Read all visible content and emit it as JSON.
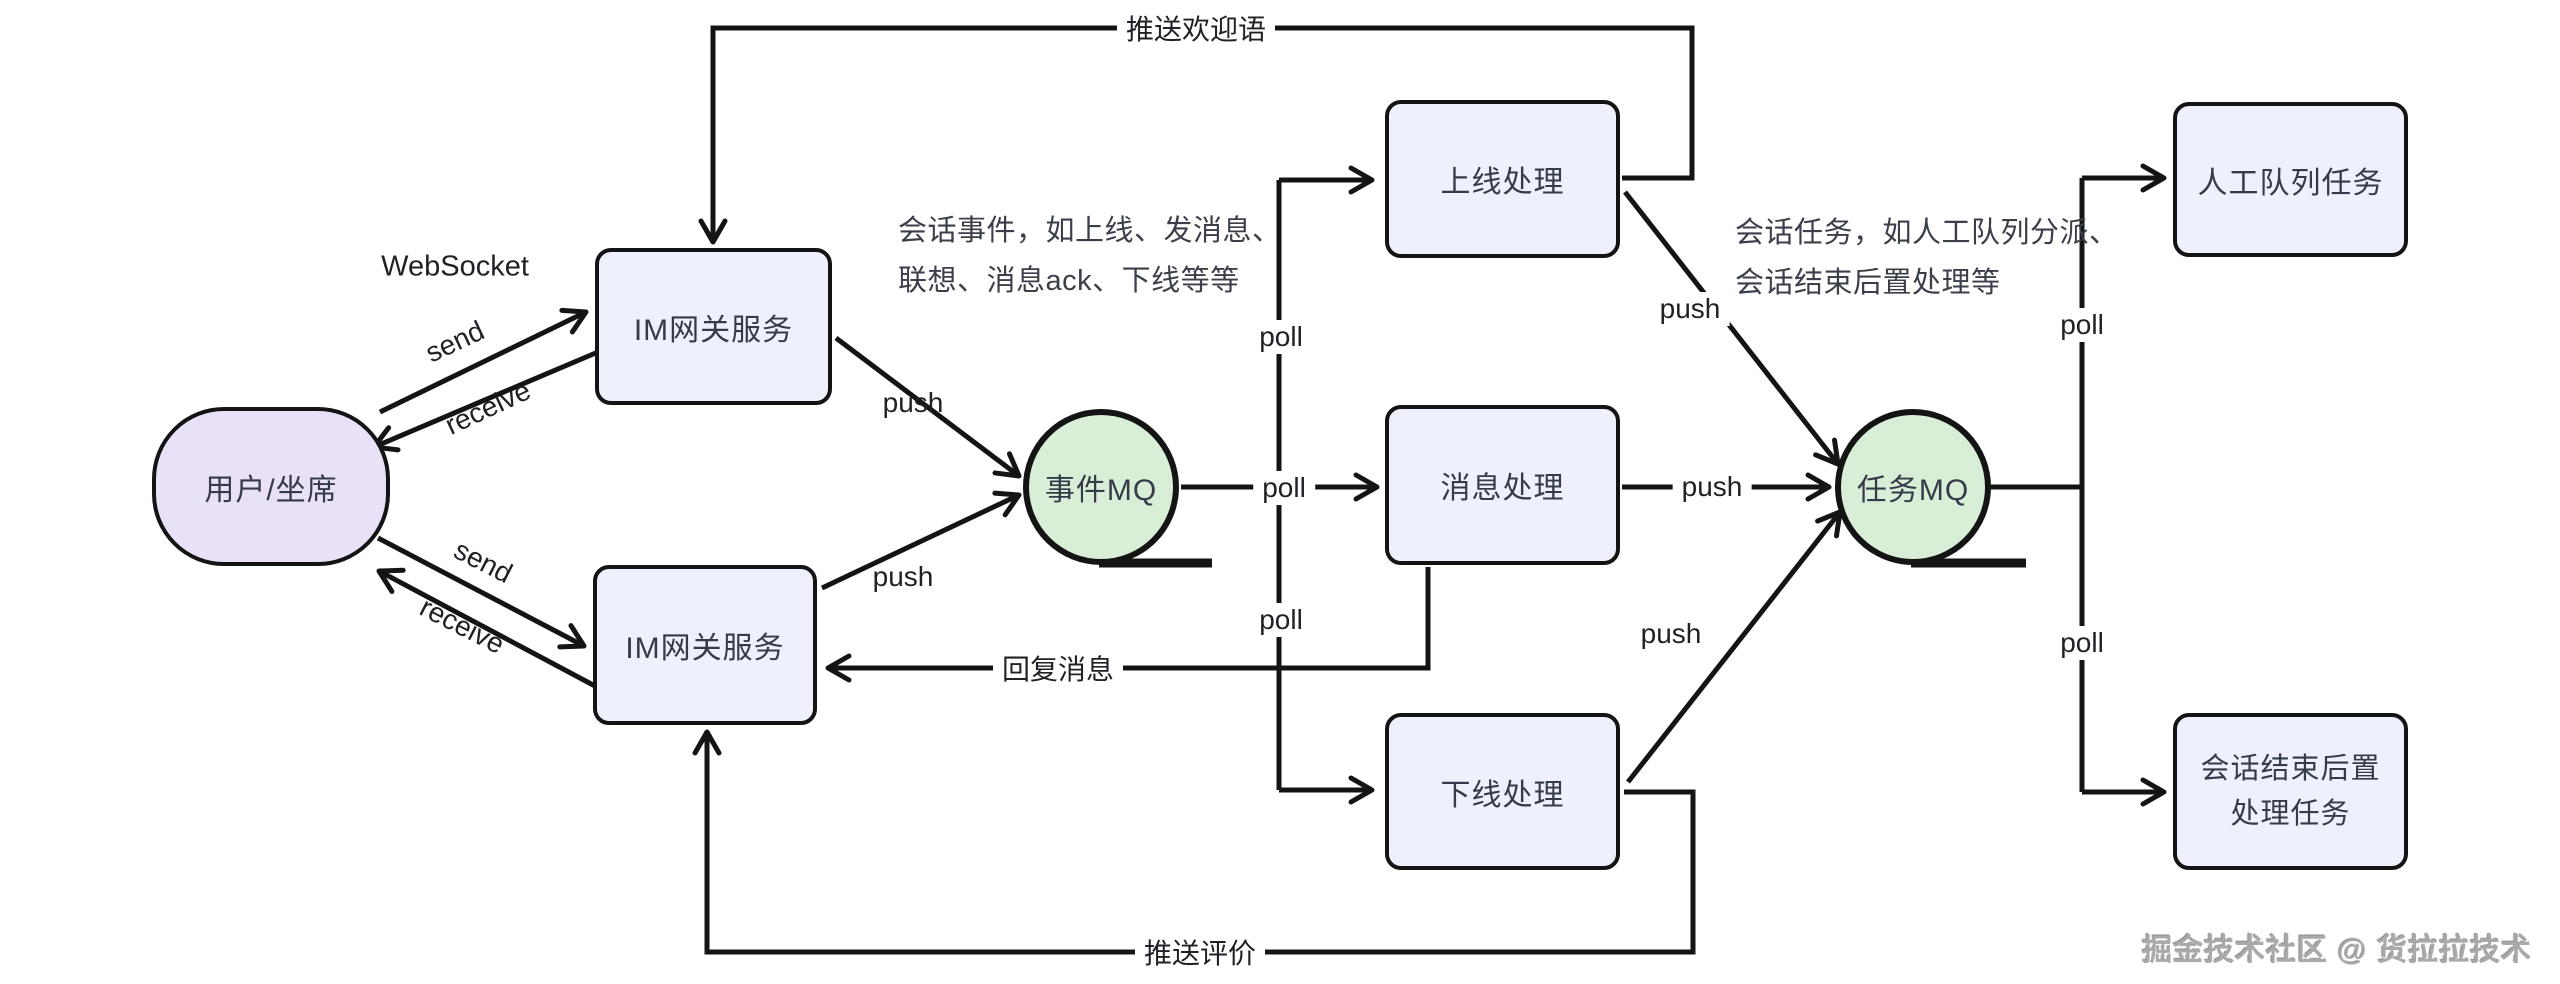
{
  "canvas": {
    "background": "#ffffff"
  },
  "colors": {
    "line": "#141414",
    "service_box_fill": "#eef1fb",
    "mq_circle_fill": "#d9eed7",
    "user_oval_fill": "#e9e1f8",
    "node_text": "#353b49",
    "edge_label_text": "#1e2126",
    "annotation_text": "#3a3f49",
    "watermark_text": "#a9a9ac"
  },
  "nodes": {
    "user": {
      "label": "用户/坐席"
    },
    "im_gateway_top": {
      "label": "IM网关服务"
    },
    "im_gateway_bottom": {
      "label": "IM网关服务"
    },
    "event_mq": {
      "label": "事件MQ"
    },
    "online_handler": {
      "label": "上线处理"
    },
    "message_handler": {
      "label": "消息处理"
    },
    "offline_handler": {
      "label": "下线处理"
    },
    "task_mq": {
      "label": "任务MQ"
    },
    "manual_queue_task": {
      "label": "人工队列任务"
    },
    "session_end_task": {
      "label": "会话结束后置处理任务"
    }
  },
  "edge_labels": {
    "websocket": "WebSocket",
    "send_top": "send",
    "receive_top": "receive",
    "send_bottom": "send",
    "receive_bottom": "receive",
    "push_im_top": "push",
    "push_im_bottom": "push",
    "poll_online": "poll",
    "poll_message": "poll",
    "poll_offline": "poll",
    "push_online": "push",
    "push_message": "push",
    "push_offline": "push",
    "poll_manual": "poll",
    "poll_session_end": "poll",
    "push_welcome": "推送欢迎语",
    "reply_message": "回复消息",
    "push_evaluation": "推送评价"
  },
  "annotations": {
    "event_note_line1": "会话事件，如上线、发消息、",
    "event_note_line2": "联想、消息ack、下线等等",
    "task_note_line1": "会话任务，如人工队列分派、",
    "task_note_line2": "会话结束后置处理等"
  },
  "watermark": "掘金技术社区 @ 货拉拉技术"
}
